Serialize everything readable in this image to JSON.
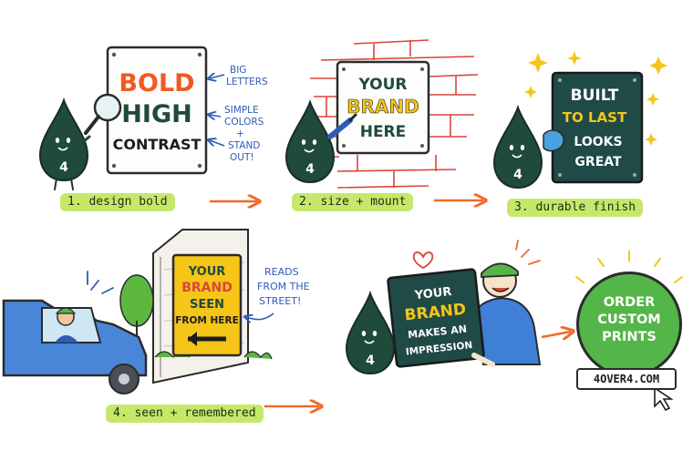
{
  "steps": {
    "s1": {
      "caption": "1. design bold",
      "sign": [
        "BOLD",
        "HIGH",
        "CONTRAST"
      ],
      "notes": [
        "BIG",
        "LETTERS",
        "SIMPLE",
        "COLORS",
        "+",
        "STAND",
        "OUT!"
      ]
    },
    "s2": {
      "caption": "2. size + mount",
      "sign": [
        "YOUR",
        "BRAND",
        "HERE"
      ]
    },
    "s3": {
      "caption": "3. durable finish",
      "sign": [
        "BUILT",
        "TO LAST",
        "LOOKS",
        "GREAT"
      ]
    },
    "s4": {
      "caption": "4. seen + remembered",
      "sign": [
        "YOUR",
        "BRAND",
        "SEEN",
        "FROM HERE"
      ],
      "notes": [
        "READS",
        "FROM THE",
        "STREET!"
      ]
    },
    "s5": {
      "sign": [
        "YOUR",
        "BRAND",
        "MAKES AN",
        "IMPRESSION"
      ]
    }
  },
  "mascot_label": "4",
  "cta": {
    "lines": [
      "ORDER",
      "CUSTOM",
      "PRINTS"
    ],
    "url": "4OVER4.COM"
  },
  "colors": {
    "mascot": "#1f4a3c",
    "green_pill": "#c6e86a",
    "orange_arrow": "#ef6a2a",
    "bold_orange": "#f05a22",
    "brand_yellow": "#f5c518",
    "cta_green": "#54b548",
    "sign_teal": "#1f4a45"
  }
}
